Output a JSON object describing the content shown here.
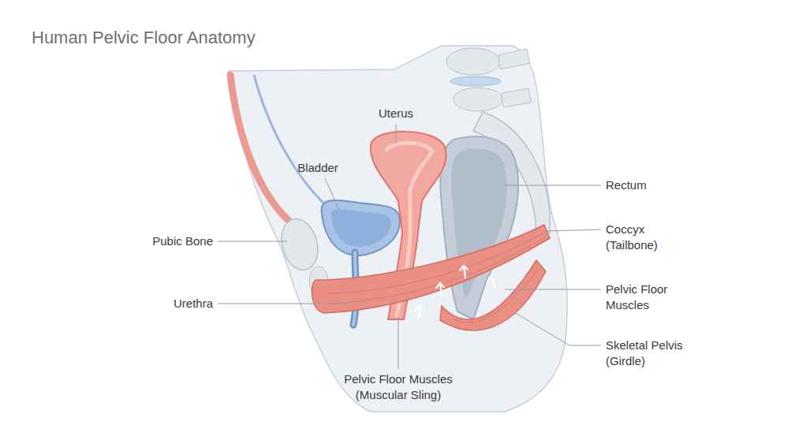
{
  "diagram": {
    "title": "Human Pelvic Floor Anatomy",
    "labels": [
      "Uterus",
      "Bladder",
      "Rectum",
      "Pubic Bone",
      "Coccyx (Tailbone)",
      "Urethra",
      "Pelvic Floor Muscles",
      "Skeletal Pelvis (Girdle)",
      "Pelvic Floor Muscles (Muscular Sling)"
    ]
  }
}
